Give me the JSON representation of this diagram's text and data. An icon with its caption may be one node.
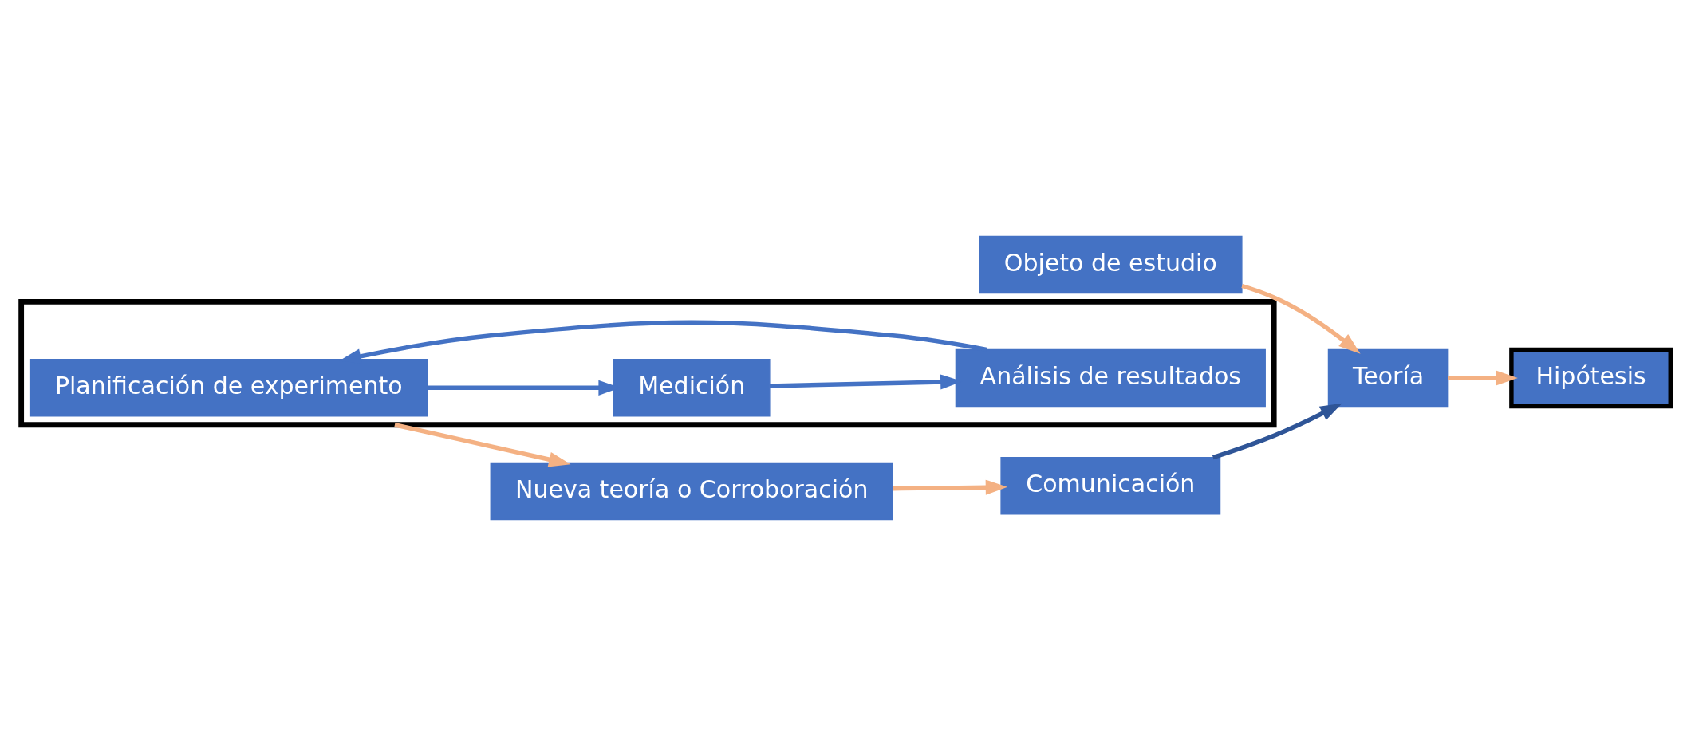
{
  "diagram": {
    "nodes": [
      {
        "text": [
          "Objeto de estudio"
        ]
      },
      {
        "text": [
          "Teoría"
        ]
      },
      {
        "text": [
          "Hipótesis"
        ]
      },
      {
        "text": [],
        "shape": "box"
      },
      {
        "text": [
          "Planificación de experimento"
        ],
        "in": 3
      },
      {
        "text": [
          "Medición"
        ],
        "in": 3
      },
      {
        "text": [
          "Análisis de resultados"
        ],
        "in": 3
      },
      {
        "text": [
          "Nueva teoría o Corroboración"
        ]
      },
      {
        "text": [
          "Comunicación"
        ]
      }
    ],
    "edges": [
      {
        "from": 0,
        "to": 1,
        "arrow": "to"
      },
      {
        "from": 1,
        "to": 2,
        "arrow": "to"
      },
      {
        "from": 4,
        "to": 5,
        "arrow": "to",
        "color": "#4472c4"
      },
      {
        "from": 5,
        "to": 6,
        "arrow": "to",
        "color": "#4472c4"
      },
      {
        "from": 6,
        "to": 4,
        "arrow": "to",
        "color": "#4472c4"
      },
      {
        "from": 3,
        "to": 7,
        "arrow": "to"
      },
      {
        "from": 7,
        "to": 8,
        "arrow": "to"
      },
      {
        "from": 8,
        "to": 1,
        "arrow": "to",
        "color": "#2f5597"
      }
    ]
  }
}
